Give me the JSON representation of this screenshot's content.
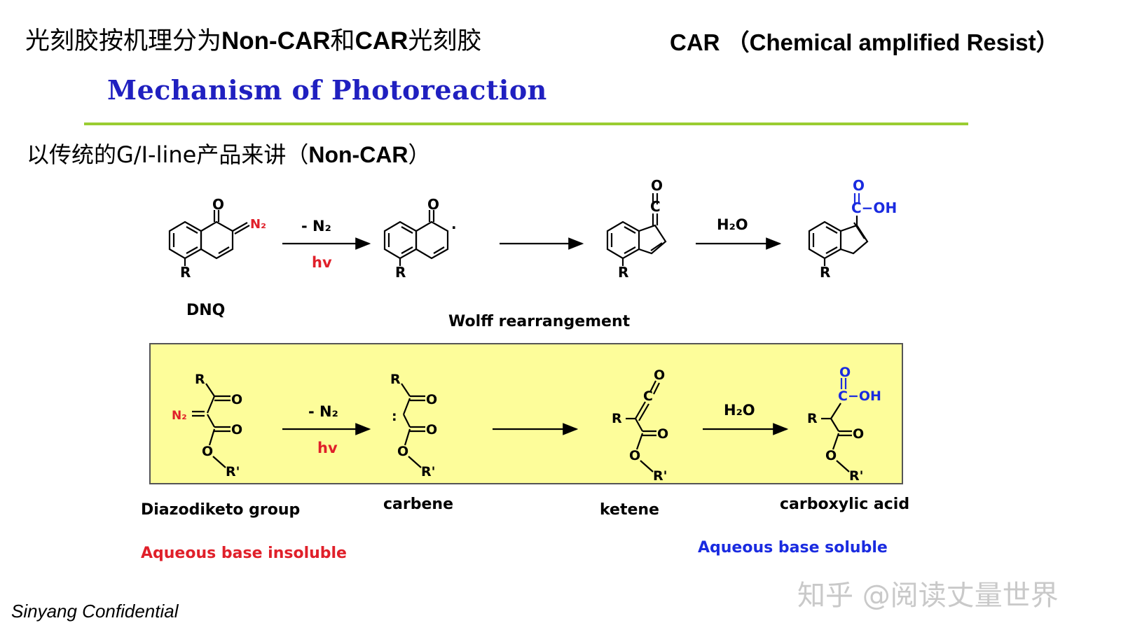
{
  "header": {
    "title_cn_prefix": "光刻胶按机理分为",
    "title_cn_latin1": "Non-CAR",
    "title_cn_mid": "和",
    "title_cn_latin2": "CAR",
    "title_cn_suffix": "光刻胶",
    "title_car": "CAR （Chemical amplified Resist）",
    "mechanism": "Mechanism of Photoreaction",
    "subtitle_prefix": "以传统的G/I-line产品来讲（",
    "subtitle_bold": "Non-CAR",
    "subtitle_suffix": "）"
  },
  "reaction_top": {
    "step1_above": "- N₂",
    "step1_below": "hv",
    "step3_above": "H₂O",
    "dnq_label": "DNQ",
    "wolff_label": "Wolff rearrangement",
    "atoms": {
      "O": "O",
      "N2": "N₂",
      "R": "R",
      "C": "C",
      "OH": "C−OH",
      "dot": "∙"
    }
  },
  "reaction_bottom": {
    "step1_above": "- N₂",
    "step1_below": "hv",
    "step3_above": "H₂O",
    "atoms": {
      "R": "R",
      "Rp": "R'",
      "O": "O",
      "N2": "N₂",
      "C": "C",
      "OH": "C−OH",
      "colon": ":"
    }
  },
  "labels": {
    "diazodiketo": "Diazodiketo group",
    "carbene": "carbene",
    "ketene": "ketene",
    "carboxylic": "carboxylic acid",
    "insoluble": "Aqueous base insoluble",
    "soluble": "Aqueous base soluble"
  },
  "footer": {
    "confidential": "Sinyang Confidential",
    "watermark": "知乎 @阅读丈量世界"
  },
  "colors": {
    "title_blue": "#2020c0",
    "rule_green": "#9acd32",
    "box_yellow": "#fdfd9a",
    "red": "#e0202a",
    "blue": "#1a2be0"
  }
}
